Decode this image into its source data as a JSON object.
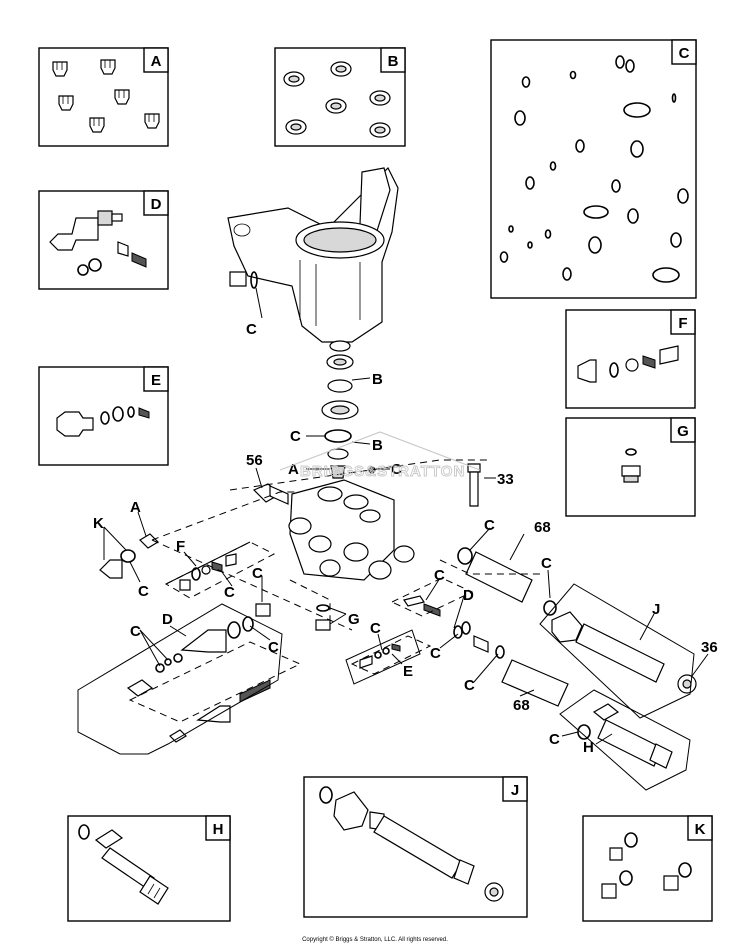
{
  "kits": [
    {
      "letter": "A"
    },
    {
      "letter": "B"
    },
    {
      "letter": "C"
    },
    {
      "letter": "D"
    },
    {
      "letter": "E"
    },
    {
      "letter": "F"
    },
    {
      "letter": "G"
    },
    {
      "letter": "H"
    },
    {
      "letter": "J"
    },
    {
      "letter": "K"
    }
  ],
  "callouts": {
    "c": "C",
    "b": "B",
    "a": "A",
    "d": "D",
    "e": "E",
    "f": "F",
    "g": "G",
    "h": "H",
    "j": "J",
    "k": "K",
    "n56": "56",
    "n33": "33",
    "n68": "68",
    "n36": "36"
  },
  "watermark": "BRIGGS&STRATTON",
  "copyright": "Copyright © Briggs & Stratton, LLC. All rights reserved."
}
